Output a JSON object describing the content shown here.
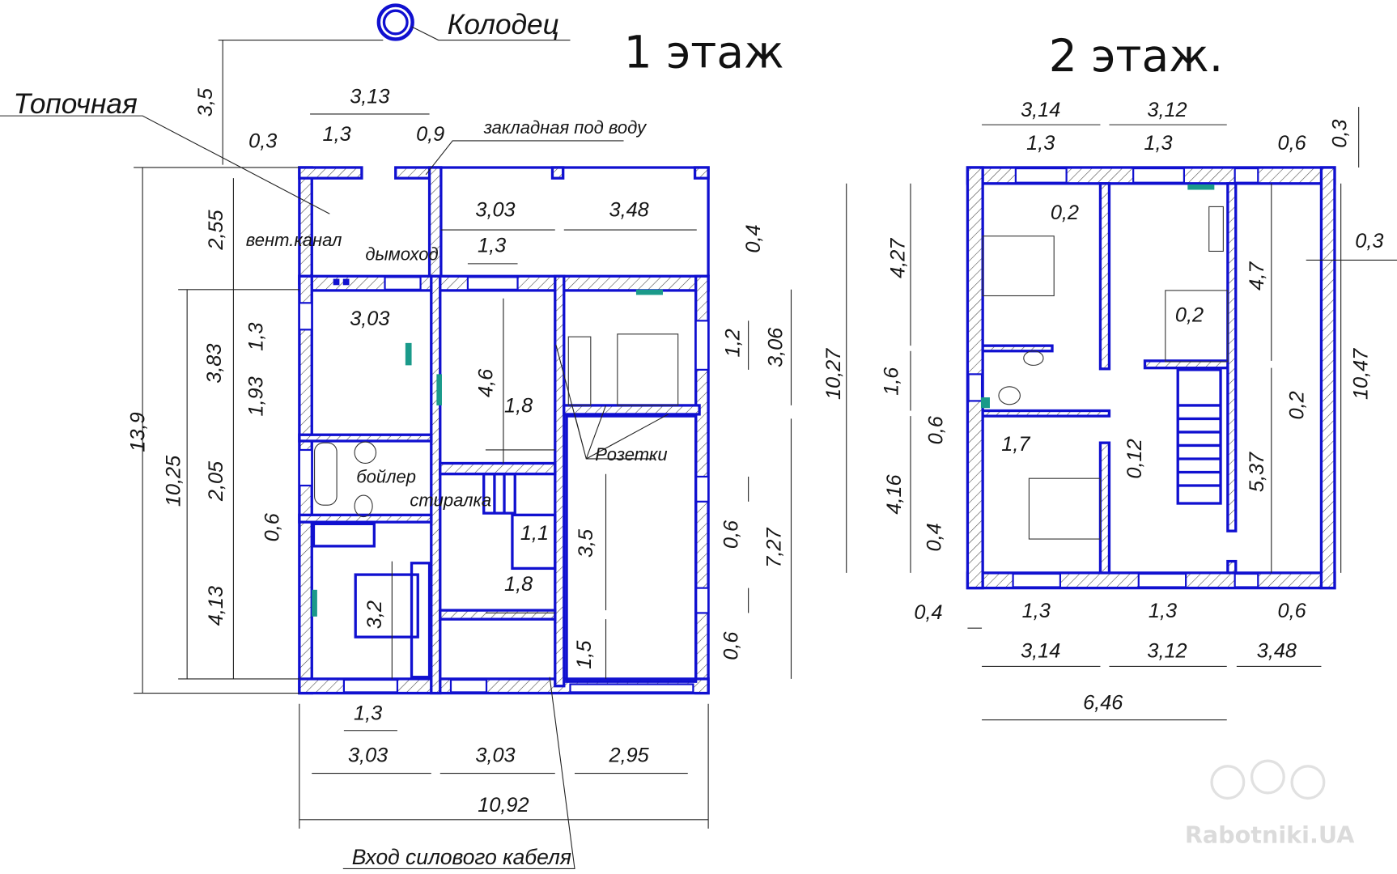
{
  "titles": {
    "floor1": "1 этаж",
    "floor2": "2 этаж."
  },
  "annotations": {
    "well": "Колодец",
    "furnace_room": "Топочная",
    "water_inlet": "закладная под воду",
    "vent": "вент.канал",
    "chimney": "дымоход",
    "boiler": "бойлер",
    "washer": "стиралка",
    "sockets": "Розетки",
    "power_cable": "Вход силового кабеля"
  },
  "floor1_dims": [
    "3,5",
    "3,13",
    "0,3",
    "1,3",
    "0,9",
    "2,55",
    "3,03",
    "3,48",
    "1,3",
    "0,4",
    "13,9",
    "10,25",
    "3,83",
    "1,3",
    "1,93",
    "3,03",
    "4,6",
    "1,8",
    "1,2",
    "3,06",
    "2,05",
    "0,6",
    "1,1",
    "3,5",
    "0,6",
    "7,27",
    "4,13",
    "3,2",
    "1,8",
    "1,5",
    "0,6",
    "1,3",
    "3,03",
    "3,03",
    "2,95",
    "10,92"
  ],
  "floor2_dims": [
    "3,14",
    "3,12",
    "1,3",
    "1,3",
    "0,6",
    "0,3",
    "0,2",
    "0,2",
    "0,3",
    "4,27",
    "10,27",
    "1,6",
    "0,6",
    "4,16",
    "0,4",
    "4,7",
    "0,2",
    "5,37",
    "10,47",
    "1,7",
    "0,12",
    "0,4",
    "1,3",
    "1,3",
    "0,6",
    "3,14",
    "3,12",
    "3,48",
    "6,46"
  ],
  "watermark": "Rabotniki.UA",
  "colors": {
    "wall": "#1010d0",
    "fixture": "#1a9a8a"
  }
}
